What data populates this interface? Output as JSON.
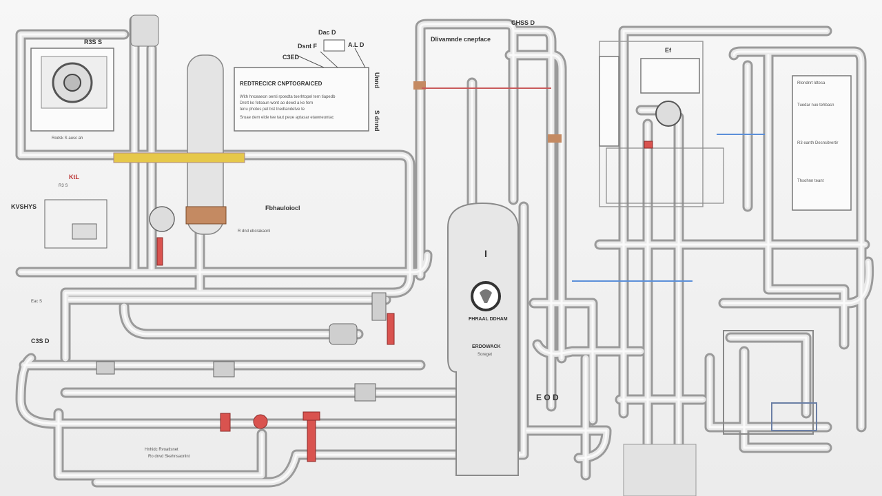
{
  "labels": {
    "top_left_tag": "R3S S",
    "top_left_caption": "Rodsk  S ausc ah",
    "callout_a": "Dac D",
    "callout_b": "Dsnt F",
    "callout_c": "A.L D",
    "callout_d": "C3ED",
    "center_title": "Dlivamnde cnepface",
    "top_center_tag": "CHSS D",
    "panel_title": "REDTRECICR CNPTOGRAICED",
    "panel_line1": "With  hnceaeon  oenti rpoedta  toerhtopel  tern  tiapedb",
    "panel_line2": "Drett  ko   fetoaun wont ao  dewd a ke fern",
    "panel_line3": "tenu photes  pet bst  tnedtandetve  te",
    "panel_line4": "Sruae dem  elde  tee taut peue aptasar  etawneuntac",
    "side_vertical_a": "Unnd",
    "side_vertical_b": "S dnnd",
    "mid_label": "Fbhauloiocl",
    "mid_small": "R dnd ebcrakaonl",
    "left_tag": "KVSHYS",
    "left_code": "KtL",
    "left_small_a": "R3 S",
    "left_small_b": "C3S D",
    "left_small_c": "Eac S",
    "tank_label": "FHRAAL DDHAM",
    "tank_sub": "ERDOWACK",
    "tank_sub2": "Soreget",
    "tank_code": "I",
    "bottom_note_a": "Hnhidc Rvoatlsnet",
    "bottom_note_b": "Ro dnvd Skehnsaonlnt",
    "bottom_code": "E O D",
    "right_note_1": "Rlondnrt ldtesa",
    "right_note_2": "Tuedar nuo tehbasn",
    "right_note_3": "R3 eanth Desnsitvertir",
    "right_note_4": "Thsohnn teant",
    "right_code": "Ef"
  },
  "colors": {
    "pipe": "#9a9a9a",
    "valve_red": "#d9534f",
    "flange_copper": "#c48a62",
    "accent_yellow": "#e6c84a",
    "signal_blue": "#5b8fd9"
  }
}
